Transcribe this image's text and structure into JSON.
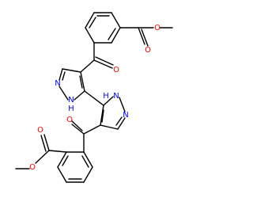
{
  "molecule": {
    "atom_labels": {
      "o_carbonyl_top": "O",
      "o_ester_top_carbonyl": "O",
      "o_ester_top_link": "O",
      "n_top_n": "N",
      "n_top_nh": "N",
      "h_top": "H",
      "n_bottom_nh": "N",
      "h_bottom": "H",
      "n_bottom_n": "N",
      "o_carbonyl_bottom": "O",
      "o_ester_bottom_carbonyl": "O",
      "o_ester_bottom_link": "O"
    },
    "colors": {
      "bond": "#000000",
      "oxygen": "#ff0000",
      "nitrogen": "#0000ff"
    }
  }
}
